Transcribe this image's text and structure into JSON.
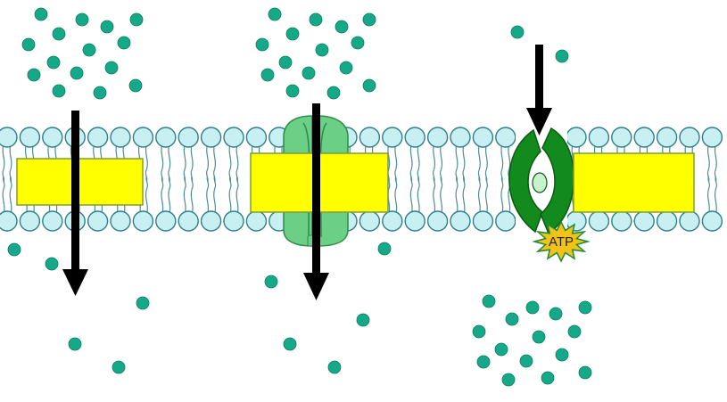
{
  "diagram": {
    "atp_label": "ATP",
    "colors": {
      "background": "#ffffff",
      "molecule": "#16a987",
      "molecule_edge": "#0d7f63",
      "head_fill": "#c8f0f2",
      "head_stroke": "#2e7f89",
      "tail_stroke": "#4e8e96",
      "label_box": "#ffff00",
      "label_box_stroke": "#7f9b3a",
      "channel_fill": "#6ccf86",
      "channel_stroke": "#2e8a47",
      "pump_fill": "#128a1e",
      "pump_stroke": "#0a5a12",
      "pump_pore": "#c7f2cc",
      "atp_fill": "#f2c218",
      "atp_stroke": "#1d8a3a",
      "arrow": "#000000"
    },
    "sections": [
      {
        "name": "simple-diffusion",
        "label_box_text": ""
      },
      {
        "name": "facilitated-diffusion",
        "label_box_text": ""
      },
      {
        "name": "active-transport",
        "label_box_text": ""
      }
    ]
  }
}
